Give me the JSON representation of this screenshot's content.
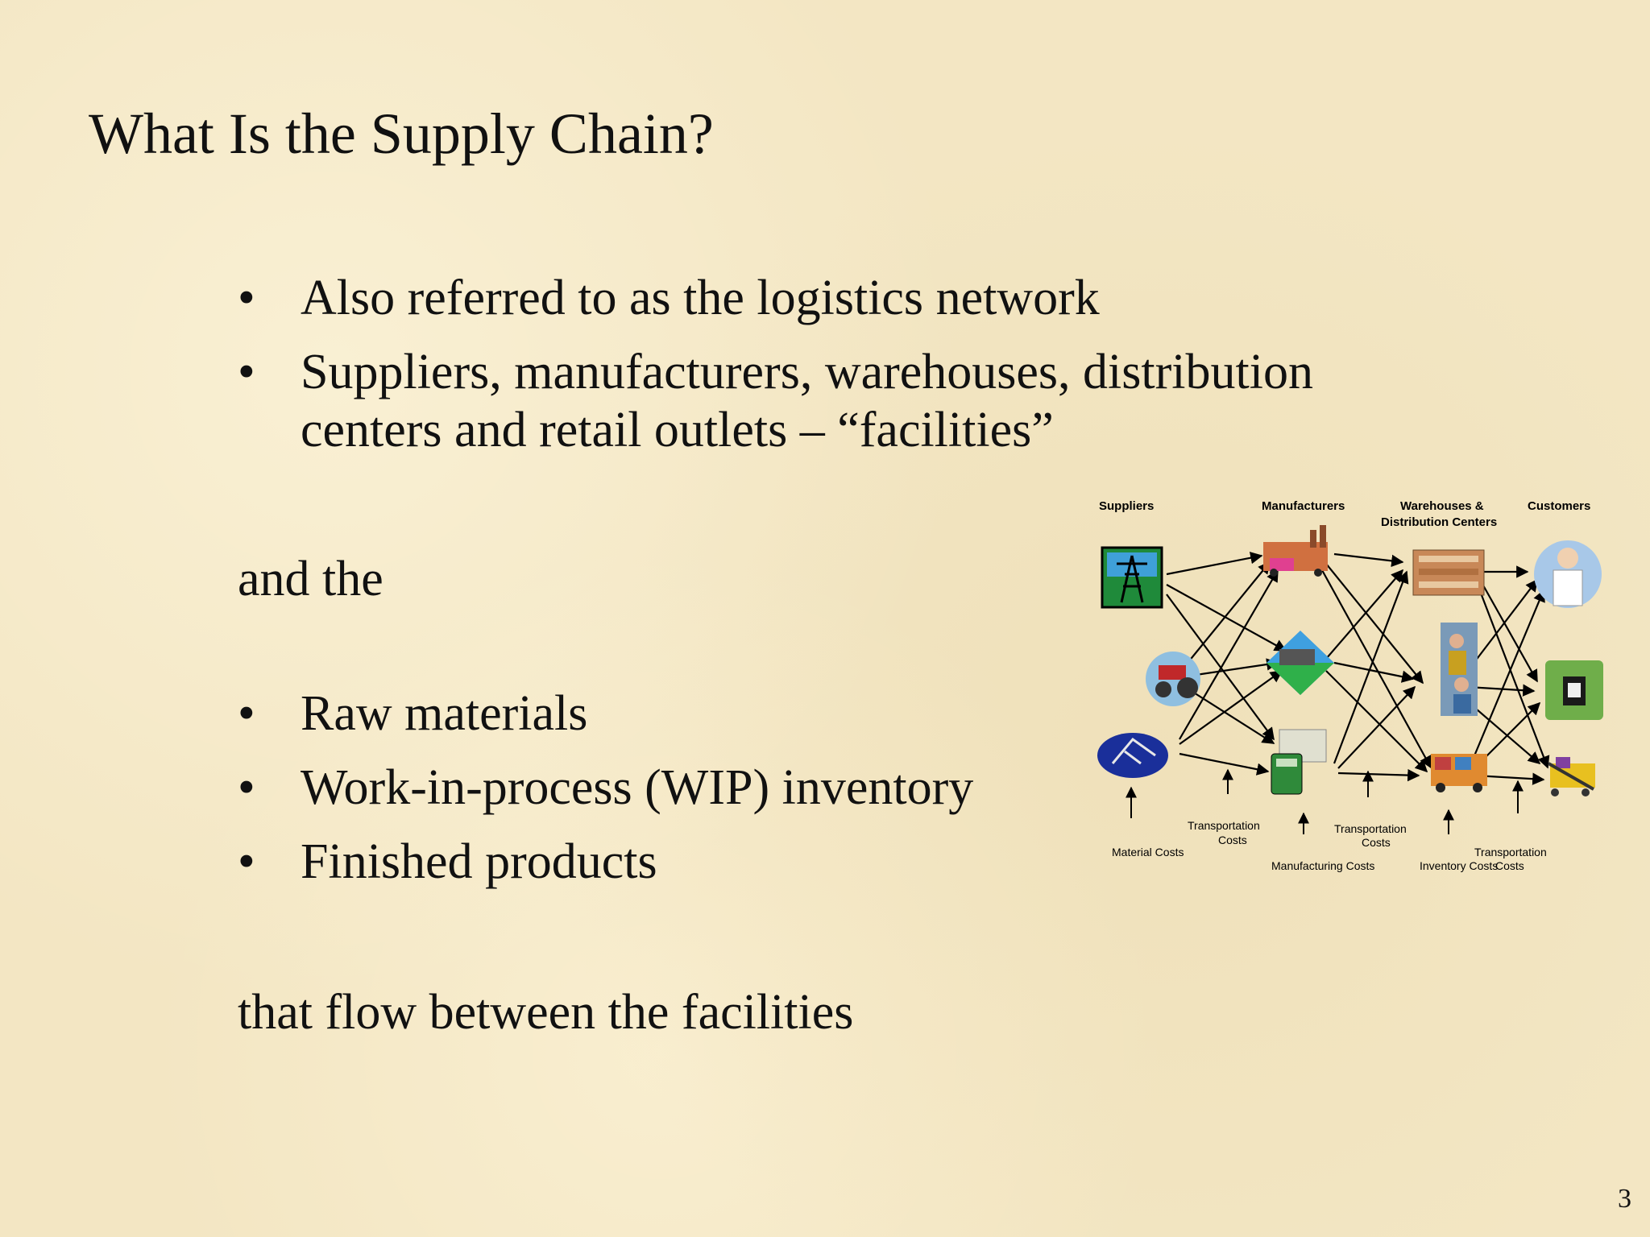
{
  "slide": {
    "title": "What Is the Supply Chain?",
    "bullets_top": [
      "Also referred to as the logistics network",
      "Suppliers, manufacturers, warehouses, distribution centers and retail outlets – “facilities”"
    ],
    "connector": "and the",
    "bullets_bottom": [
      "Raw materials",
      "Work-in-process (WIP) inventory",
      "Finished products"
    ],
    "closing": "that flow between the facilities",
    "page_number": "3",
    "bullet_glyph": "•"
  },
  "diagram": {
    "columns": {
      "suppliers": "Suppliers",
      "manufacturers": "Manufacturers",
      "warehouses_1": "Warehouses &",
      "warehouses_2": "Distribution Centers",
      "customers": "Customers"
    },
    "costs": {
      "material": "Material Costs",
      "transport_1a": "Transportation",
      "transport_1b": "Costs",
      "manufacturing": "Manufacturing Costs",
      "transport_2a": "Transportation",
      "transport_2b": "Costs",
      "inventory": "Inventory Costs",
      "transport_3": "Transportation",
      "transport_3b": "Costs"
    },
    "icons": {
      "suppliers": [
        "power-tower-icon",
        "tractor-icon",
        "oil-pump-icon"
      ],
      "manufacturers": [
        "factory-truck-icon",
        "forklift-icon",
        "calculator-factory-icon"
      ],
      "warehouses": [
        "warehouse-shelves-icon",
        "workers-icon",
        "boxes-truck-icon"
      ],
      "customers": [
        "customer-doctor-icon",
        "shopping-bag-icon",
        "shopping-cart-icon"
      ]
    }
  }
}
